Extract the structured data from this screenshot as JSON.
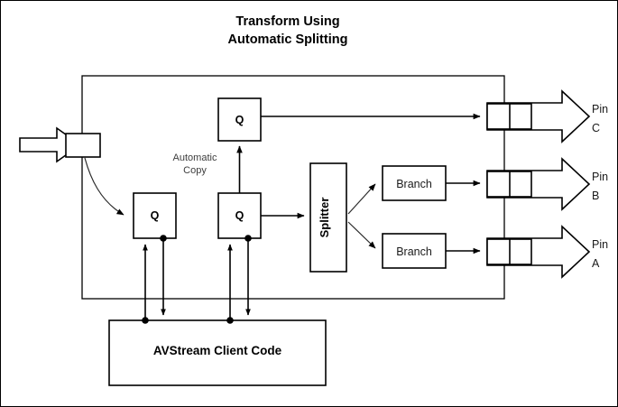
{
  "title": {
    "line1": "Transform Using",
    "line2": "Automatic Splitting"
  },
  "labels": {
    "automatic_copy_line1": "Automatic",
    "automatic_copy_line2": "Copy",
    "client_code": "AVStream Client Code",
    "splitter": "Splitter"
  },
  "queues": [
    {
      "id": "q-left",
      "label": "Q"
    },
    {
      "id": "q-middle",
      "label": "Q"
    },
    {
      "id": "q-top",
      "label": "Q"
    }
  ],
  "branches": [
    {
      "id": "branch-upper",
      "label": "Branch"
    },
    {
      "id": "branch-lower",
      "label": "Branch"
    }
  ],
  "pins": [
    {
      "id": "pin-c",
      "line1": "Pin",
      "line2": "C"
    },
    {
      "id": "pin-b",
      "line1": "Pin",
      "line2": "B"
    },
    {
      "id": "pin-a",
      "line1": "Pin",
      "line2": "A"
    }
  ],
  "colors": {
    "stroke": "#000000",
    "fill": "#ffffff",
    "muted_text": "#3d3d3d"
  }
}
